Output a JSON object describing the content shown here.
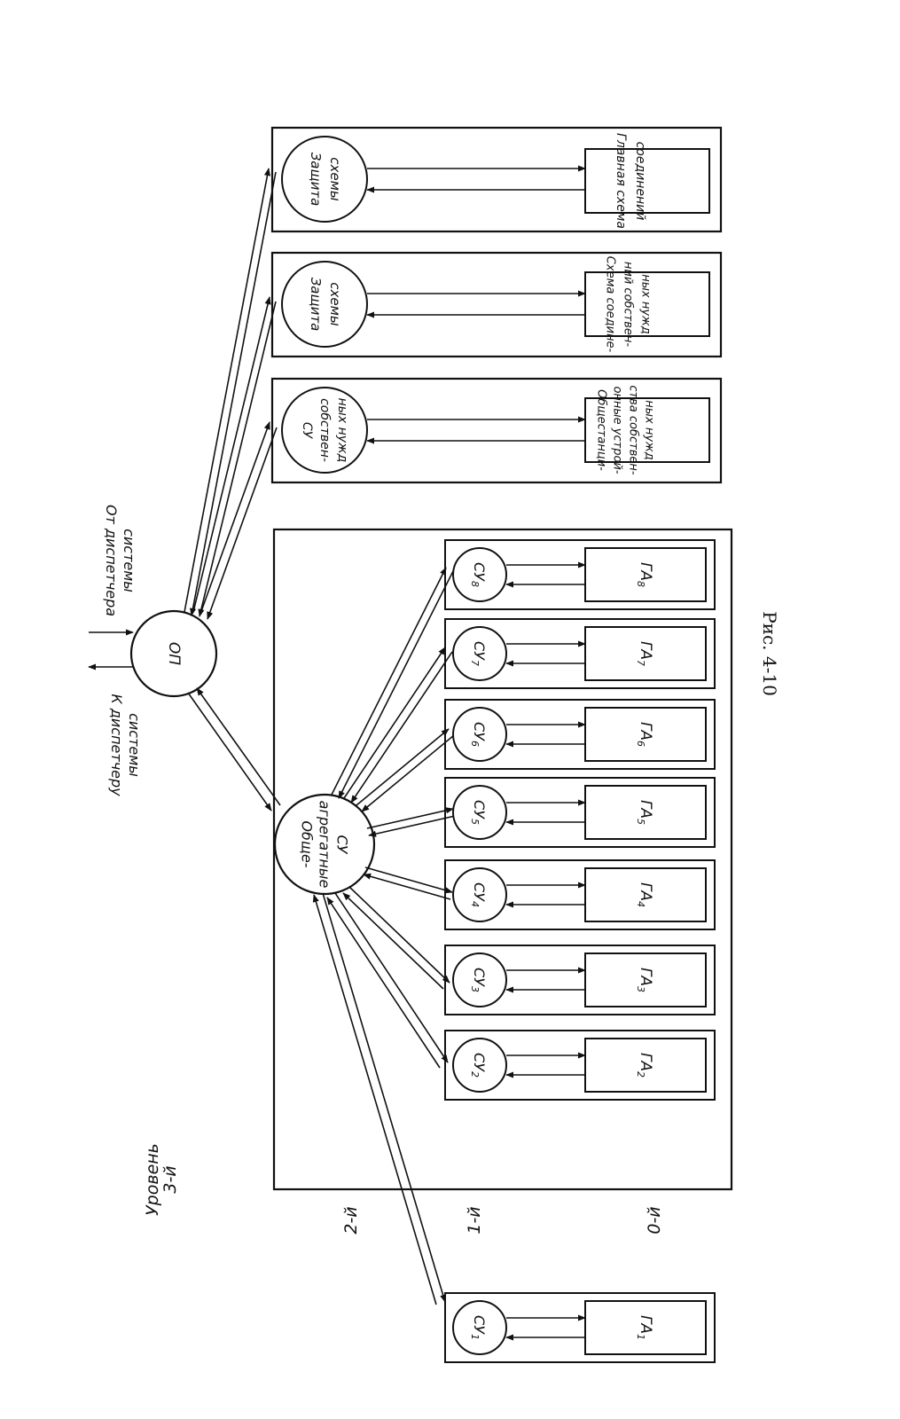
{
  "levels": {
    "title_line1": "Уровень",
    "title_line2": "3-й",
    "l2": "2-й",
    "l1": "1-й",
    "l0": "0-й"
  },
  "op": {
    "label": "ОП",
    "to_dispatcher_line1": "К диспетчеру",
    "to_dispatcher_line2": "системы",
    "from_dispatcher_line1": "От диспетчера",
    "from_dispatcher_line2": "системы"
  },
  "common_su": {
    "line1": "Обще-",
    "line2": "агрегатные",
    "line3": "СУ"
  },
  "units": [
    {
      "su_base": "СУ",
      "ga_base": "ГА",
      "sub": "1"
    },
    {
      "su_base": "СУ",
      "ga_base": "ГА",
      "sub": "2"
    },
    {
      "su_base": "СУ",
      "ga_base": "ГА",
      "sub": "3"
    },
    {
      "su_base": "СУ",
      "ga_base": "ГА",
      "sub": "4"
    },
    {
      "su_base": "СУ",
      "ga_base": "ГА",
      "sub": "5"
    },
    {
      "su_base": "СУ",
      "ga_base": "ГА",
      "sub": "6"
    },
    {
      "su_base": "СУ",
      "ga_base": "ГА",
      "sub": "7"
    },
    {
      "su_base": "СУ",
      "ga_base": "ГА",
      "sub": "8"
    }
  ],
  "stations": [
    {
      "node_lines": [
        "СУ",
        "собствен-",
        "ных нужд"
      ],
      "rect_lines": [
        "Общестанци-",
        "онные устрой-",
        "ства собствен-",
        "ных нужд"
      ]
    },
    {
      "node_lines": [
        "Защита",
        "схемы"
      ],
      "rect_lines": [
        "Схема соедине-",
        "ний собствен-",
        "ных нужд"
      ]
    },
    {
      "node_lines": [
        "Защита",
        "схемы"
      ],
      "rect_lines": [
        "Главная схема",
        "соединений"
      ]
    }
  ],
  "caption": "Рис. 4-10"
}
